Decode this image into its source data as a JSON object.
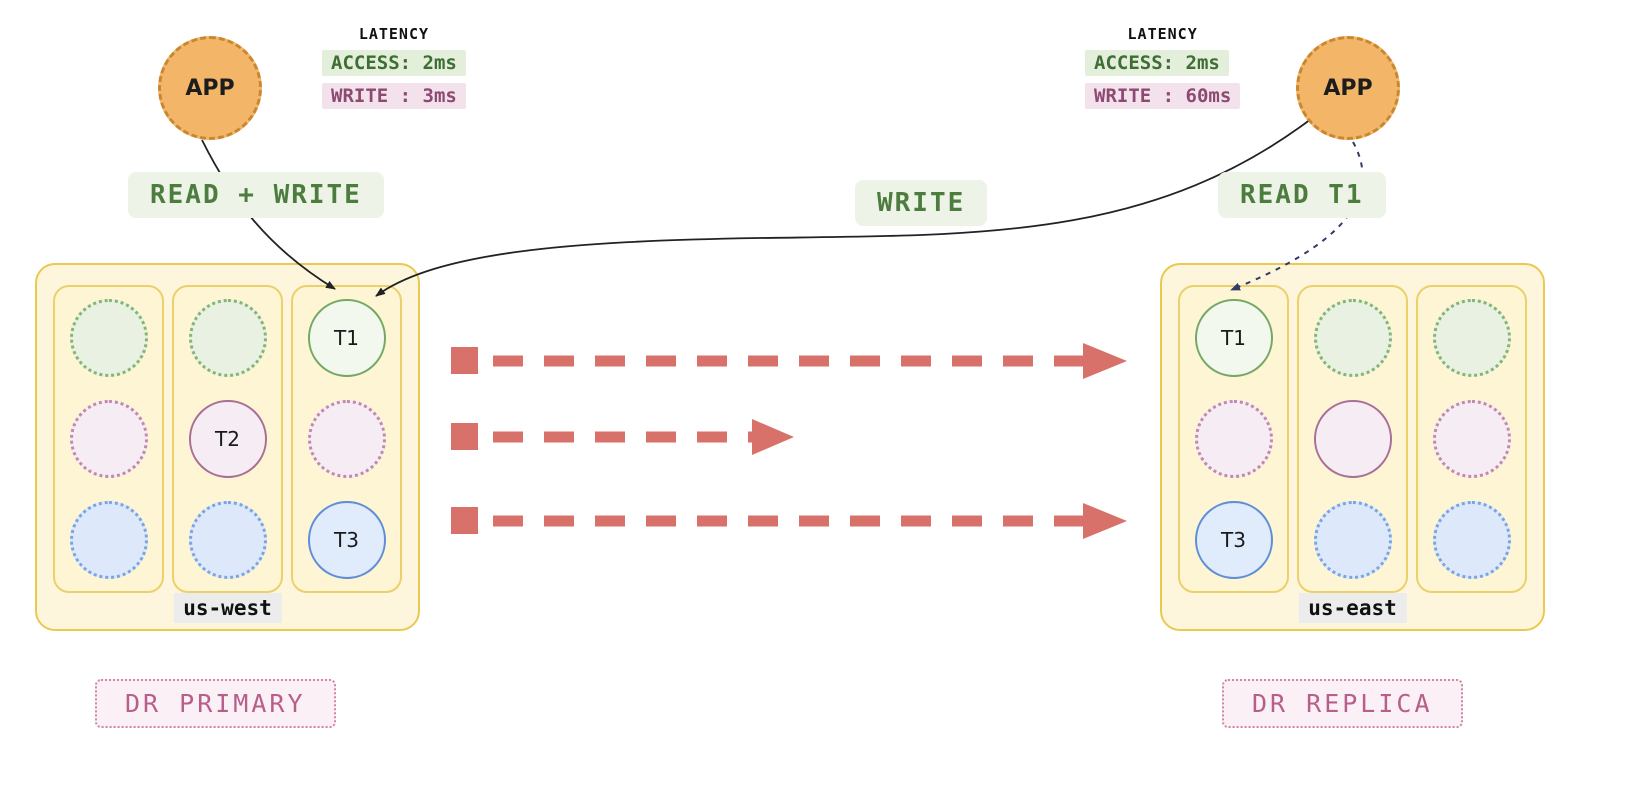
{
  "west": {
    "app_label": "APP",
    "latency": {
      "title": "LATENCY",
      "access": "ACCESS: 2ms",
      "write": "WRITE : 3ms"
    },
    "action_label": "READ + WRITE",
    "cluster_name": "us-west",
    "role_label": "DR PRIMARY",
    "columns": [
      {
        "nodes": [
          {
            "label": ""
          },
          {
            "label": ""
          },
          {
            "label": ""
          }
        ]
      },
      {
        "nodes": [
          {
            "label": ""
          },
          {
            "label": "T2"
          },
          {
            "label": ""
          }
        ]
      },
      {
        "nodes": [
          {
            "label": "T1"
          },
          {
            "label": ""
          },
          {
            "label": "T3"
          }
        ]
      }
    ]
  },
  "center": {
    "write_label": "WRITE"
  },
  "east": {
    "app_label": "APP",
    "latency": {
      "title": "LATENCY",
      "access": "ACCESS: 2ms",
      "write": "WRITE : 60ms"
    },
    "action_label": "READ T1",
    "cluster_name": "us-east",
    "role_label": "DR REPLICA",
    "columns": [
      {
        "nodes": [
          {
            "label": "T1"
          },
          {
            "label": ""
          },
          {
            "label": "T3"
          }
        ]
      },
      {
        "nodes": [
          {
            "label": ""
          },
          {
            "label": ""
          },
          {
            "label": ""
          }
        ]
      },
      {
        "nodes": [
          {
            "label": ""
          },
          {
            "label": ""
          },
          {
            "label": ""
          }
        ]
      }
    ]
  },
  "colors": {
    "app_fill": "#f3b568",
    "app_border": "#c9882f",
    "cluster_fill": "#fdf6dc",
    "cluster_border": "#e9c94f",
    "node_green": "#74a863",
    "node_pink": "#a96f96",
    "node_blue": "#5f8ed9",
    "replication_arrow": "#d9716b",
    "action_text": "#4d7c3f",
    "action_bg": "#edf3e7",
    "latency_access_bg": "#e3efdb",
    "latency_write_bg": "#f3e2ec",
    "role_text": "#b75f8a"
  }
}
